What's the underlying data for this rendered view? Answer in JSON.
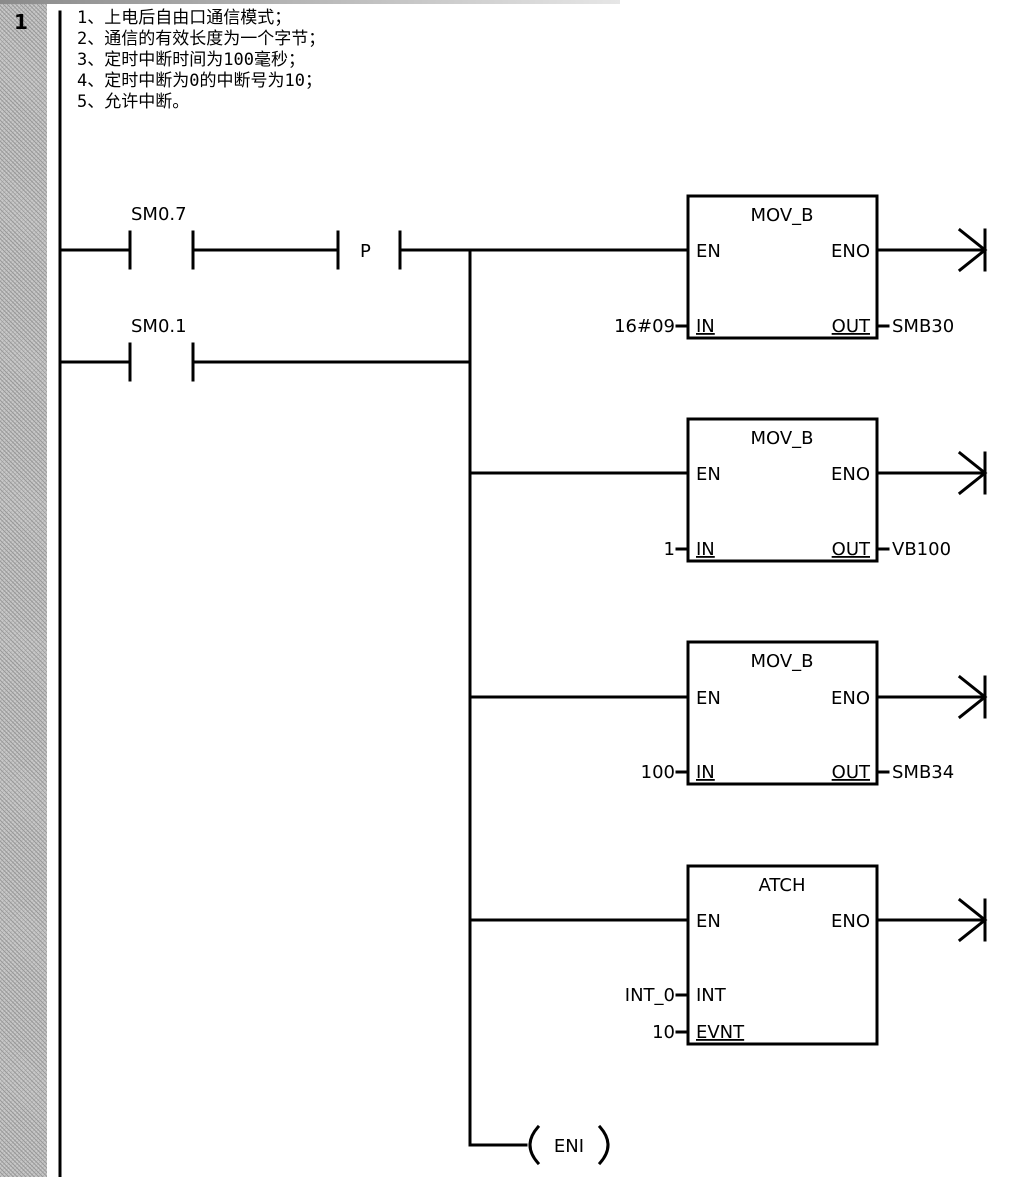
{
  "network": {
    "number": "1",
    "comments": [
      "1、上电后自由口通信模式；",
      "2、通信的有效长度为一个字节；",
      "3、定时中断时间为100毫秒；",
      "4、定时中断为0的中断号为10；",
      "5、允许中断。"
    ]
  },
  "contacts": [
    {
      "address": "SM0.7",
      "type": "normally-open"
    },
    {
      "address": "SM0.1",
      "type": "normally-open"
    }
  ],
  "edge_detector": {
    "label": "P"
  },
  "blocks": [
    {
      "name": "MOV_B",
      "en": "EN",
      "eno": "ENO",
      "inputs": [
        {
          "pin": "IN",
          "value": "16#09"
        }
      ],
      "output": {
        "pin": "OUT",
        "value": "SMB30"
      }
    },
    {
      "name": "MOV_B",
      "en": "EN",
      "eno": "ENO",
      "inputs": [
        {
          "pin": "IN",
          "value": "1"
        }
      ],
      "output": {
        "pin": "OUT",
        "value": "VB100"
      }
    },
    {
      "name": "MOV_B",
      "en": "EN",
      "eno": "ENO",
      "inputs": [
        {
          "pin": "IN",
          "value": "100"
        }
      ],
      "output": {
        "pin": "OUT",
        "value": "SMB34"
      }
    },
    {
      "name": "ATCH",
      "en": "EN",
      "eno": "ENO",
      "inputs": [
        {
          "pin": "INT",
          "value": "INT_0"
        },
        {
          "pin": "EVNT",
          "value": "10"
        }
      ],
      "output": null
    }
  ],
  "coil": {
    "label": "ENI"
  }
}
